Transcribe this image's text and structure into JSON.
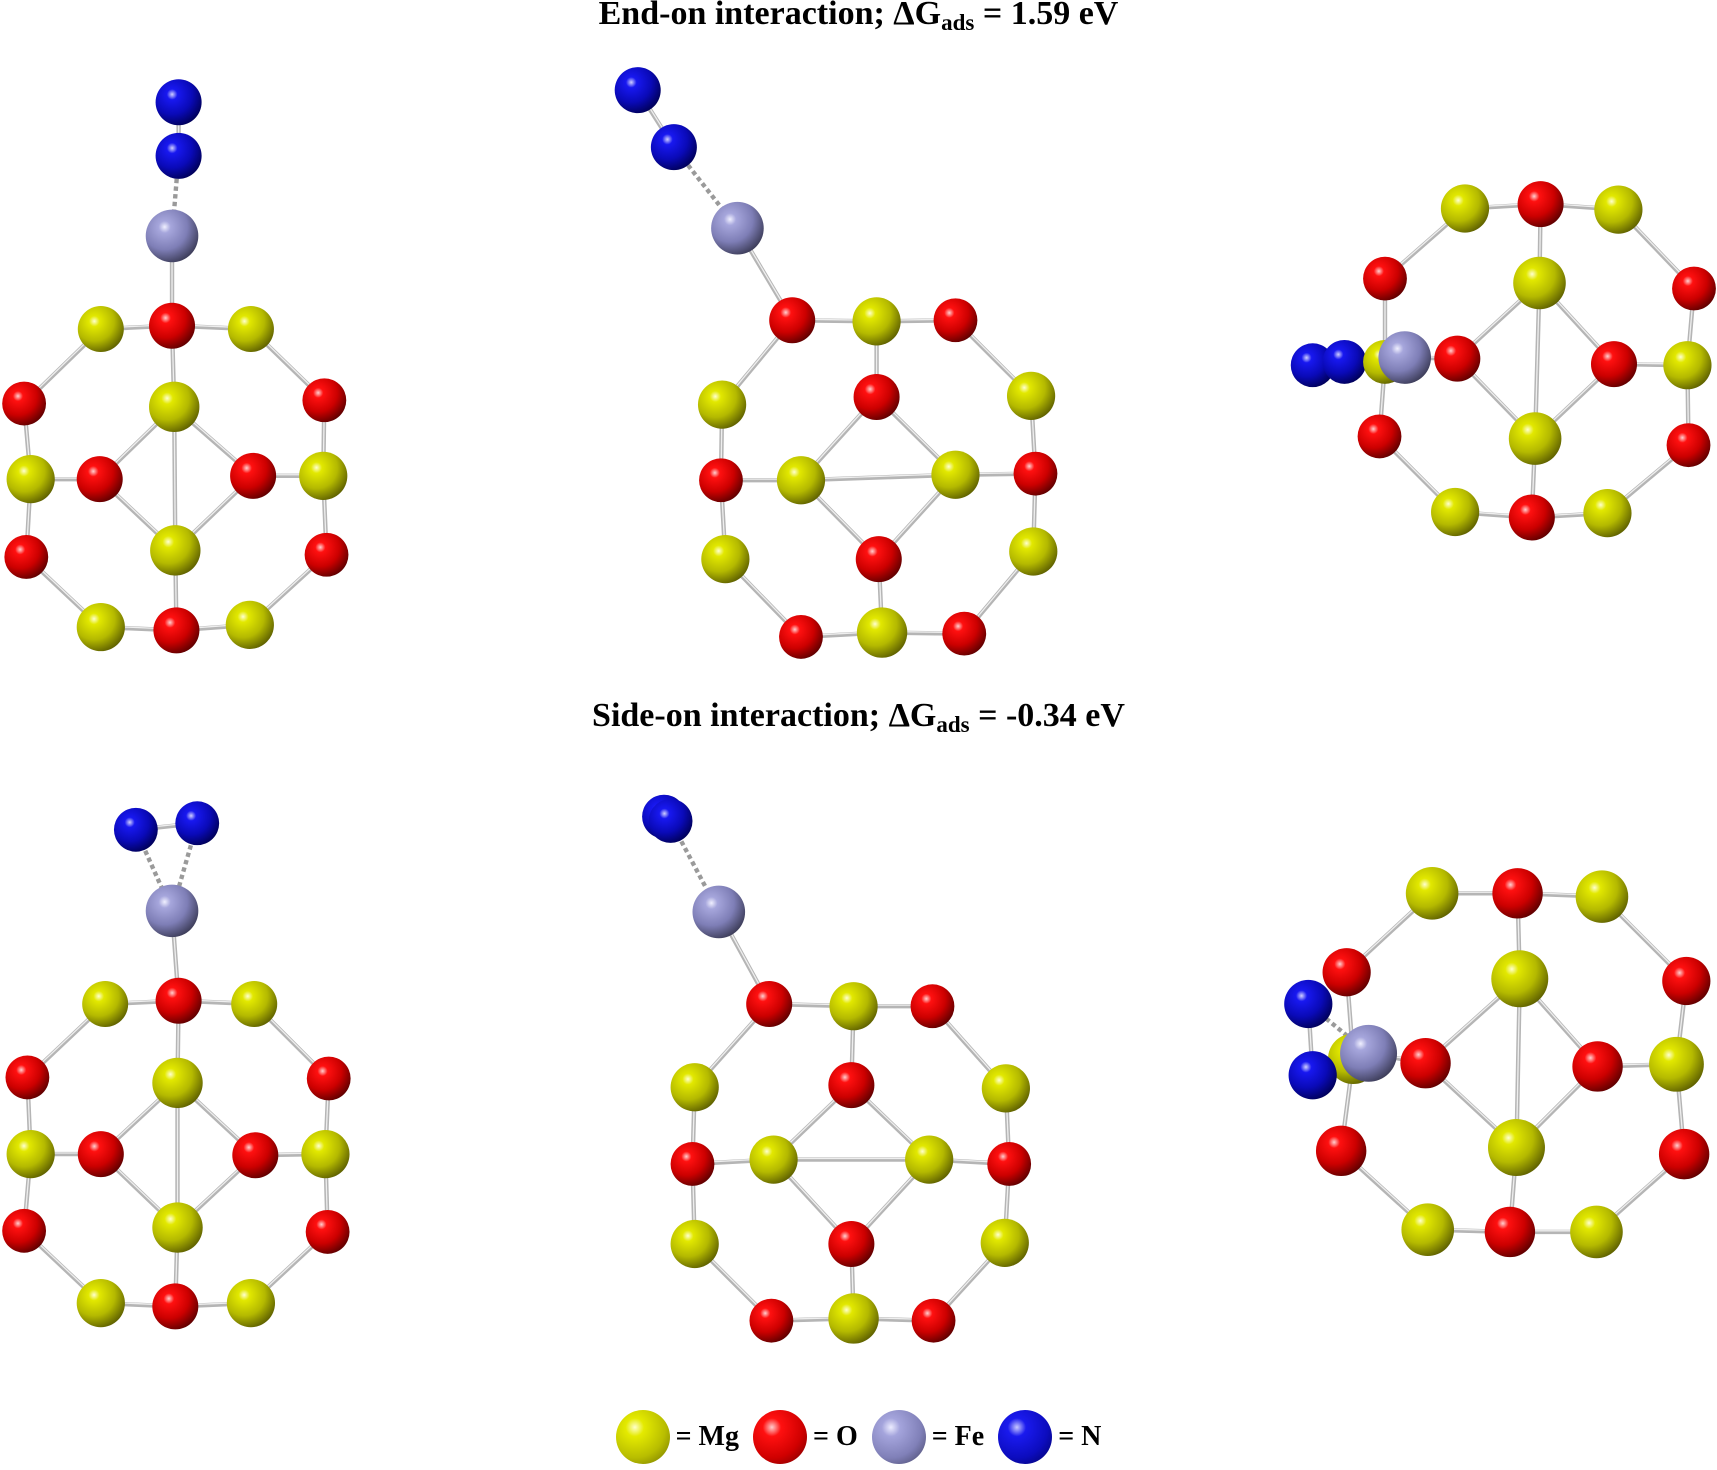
{
  "titles": {
    "end_on": {
      "prefix": "End-on interaction; ΔG",
      "sub": "ads",
      "suffix": " = 1.59 eV"
    },
    "side_on": {
      "prefix": "Side-on interaction; ΔG",
      "sub": "ads",
      "suffix": " =  -0.34 eV"
    }
  },
  "colors": {
    "Mg": "#dfe600",
    "O": "#ee0000",
    "Fe": "#9898d0",
    "N": "#1010cc",
    "bond": "#b5b5b5"
  },
  "legend": [
    {
      "element": "Mg",
      "label": "= Mg"
    },
    {
      "element": "O",
      "label": "= O"
    },
    {
      "element": "Fe",
      "label": "= Fe"
    },
    {
      "element": "N",
      "label": "= N"
    }
  ],
  "structures": [
    {
      "name": "end-on-front",
      "atoms": [
        [
          "N",
          163,
          93,
          21
        ],
        [
          "N",
          163,
          142,
          21
        ],
        [
          "Fe",
          157,
          215,
          24
        ],
        [
          "O",
          157,
          297,
          21
        ],
        [
          "Mg",
          92,
          300,
          21
        ],
        [
          "Mg",
          229,
          300,
          21
        ],
        [
          "O",
          22,
          368,
          20
        ],
        [
          "O",
          296,
          365,
          20
        ],
        [
          "Mg",
          159,
          371,
          23
        ],
        [
          "Mg",
          28,
          437,
          22
        ],
        [
          "O",
          91,
          437,
          21
        ],
        [
          "O",
          231,
          434,
          21
        ],
        [
          "Mg",
          295,
          434,
          22
        ],
        [
          "O",
          24,
          508,
          20
        ],
        [
          "Mg",
          160,
          502,
          23
        ],
        [
          "O",
          298,
          506,
          20
        ],
        [
          "Mg",
          92,
          572,
          22
        ],
        [
          "O",
          161,
          575,
          21
        ],
        [
          "Mg",
          228,
          570,
          22
        ]
      ],
      "bonds": [
        [
          0,
          1
        ],
        [
          3,
          2
        ],
        [
          3,
          4
        ],
        [
          3,
          5
        ],
        [
          3,
          8
        ],
        [
          4,
          6
        ],
        [
          5,
          7
        ],
        [
          6,
          9
        ],
        [
          7,
          12
        ],
        [
          9,
          10
        ],
        [
          11,
          12
        ],
        [
          8,
          10
        ],
        [
          8,
          11
        ],
        [
          8,
          14
        ],
        [
          10,
          14
        ],
        [
          11,
          14
        ],
        [
          9,
          13
        ],
        [
          12,
          15
        ],
        [
          13,
          16
        ],
        [
          15,
          18
        ],
        [
          16,
          17
        ],
        [
          17,
          18
        ],
        [
          14,
          17
        ]
      ],
      "dashed": [
        [
          1,
          2
        ]
      ]
    },
    {
      "name": "end-on-tilted",
      "atoms": [
        [
          "N",
          582,
          82,
          21
        ],
        [
          "N",
          615,
          134,
          21
        ],
        [
          "Fe",
          673,
          208,
          24
        ],
        [
          "O",
          723,
          292,
          21
        ],
        [
          "Mg",
          800,
          293,
          22
        ],
        [
          "O",
          872,
          292,
          20
        ],
        [
          "Mg",
          659,
          369,
          22
        ],
        [
          "O",
          800,
          362,
          21
        ],
        [
          "Mg",
          941,
          361,
          22
        ],
        [
          "O",
          658,
          438,
          20
        ],
        [
          "Mg",
          731,
          438,
          22
        ],
        [
          "Mg",
          872,
          433,
          22
        ],
        [
          "O",
          945,
          432,
          20
        ],
        [
          "Mg",
          662,
          510,
          22
        ],
        [
          "O",
          802,
          510,
          21
        ],
        [
          "Mg",
          943,
          503,
          22
        ],
        [
          "O",
          731,
          581,
          20
        ],
        [
          "Mg",
          805,
          577,
          23
        ],
        [
          "O",
          880,
          578,
          20
        ]
      ],
      "bonds": [
        [
          0,
          1
        ],
        [
          2,
          3
        ],
        [
          3,
          4
        ],
        [
          4,
          5
        ],
        [
          3,
          6
        ],
        [
          5,
          8
        ],
        [
          4,
          7
        ],
        [
          7,
          10
        ],
        [
          7,
          11
        ],
        [
          10,
          11
        ],
        [
          6,
          9
        ],
        [
          8,
          12
        ],
        [
          9,
          10
        ],
        [
          11,
          12
        ],
        [
          9,
          13
        ],
        [
          12,
          15
        ],
        [
          10,
          14
        ],
        [
          11,
          14
        ],
        [
          13,
          16
        ],
        [
          15,
          18
        ],
        [
          16,
          17
        ],
        [
          17,
          18
        ],
        [
          14,
          17
        ]
      ],
      "dashed": [
        [
          1,
          2
        ]
      ]
    },
    {
      "name": "end-on-side",
      "atoms": [
        [
          "Mg",
          1337,
          190,
          22
        ],
        [
          "O",
          1406,
          186,
          21
        ],
        [
          "Mg",
          1477,
          191,
          22
        ],
        [
          "O",
          1264,
          254,
          20
        ],
        [
          "Mg",
          1405,
          258,
          24
        ],
        [
          "O",
          1546,
          263,
          20
        ],
        [
          "N",
          1198,
          333,
          20
        ],
        [
          "N",
          1227,
          330,
          20
        ],
        [
          "Mg",
          1264,
          330,
          20
        ],
        [
          "Fe",
          1282,
          326,
          24
        ],
        [
          "O",
          1330,
          327,
          21
        ],
        [
          "O",
          1473,
          332,
          21
        ],
        [
          "Mg",
          1540,
          333,
          22
        ],
        [
          "O",
          1259,
          398,
          20
        ],
        [
          "Mg",
          1401,
          400,
          24
        ],
        [
          "O",
          1541,
          406,
          20
        ],
        [
          "Mg",
          1328,
          467,
          22
        ],
        [
          "O",
          1398,
          472,
          21
        ],
        [
          "Mg",
          1467,
          468,
          22
        ]
      ],
      "bonds": [
        [
          0,
          1
        ],
        [
          1,
          2
        ],
        [
          0,
          3
        ],
        [
          2,
          5
        ],
        [
          1,
          4
        ],
        [
          4,
          10
        ],
        [
          4,
          11
        ],
        [
          4,
          14
        ],
        [
          10,
          14
        ],
        [
          11,
          14
        ],
        [
          11,
          12
        ],
        [
          5,
          12
        ],
        [
          12,
          15
        ],
        [
          3,
          8
        ],
        [
          8,
          13
        ],
        [
          13,
          16
        ],
        [
          15,
          18
        ],
        [
          16,
          17
        ],
        [
          17,
          18
        ],
        [
          14,
          17
        ],
        [
          9,
          10
        ]
      ],
      "dashed": [
        [
          7,
          9
        ]
      ]
    },
    {
      "name": "side-on-front",
      "atoms": [
        [
          "N",
          124,
          757,
          20
        ],
        [
          "N",
          180,
          751,
          20
        ],
        [
          "Fe",
          157,
          831,
          24
        ],
        [
          "O",
          163,
          913,
          21
        ],
        [
          "Mg",
          96,
          916,
          21
        ],
        [
          "Mg",
          232,
          916,
          21
        ],
        [
          "O",
          25,
          983,
          20
        ],
        [
          "O",
          300,
          984,
          20
        ],
        [
          "Mg",
          162,
          988,
          23
        ],
        [
          "Mg",
          28,
          1053,
          22
        ],
        [
          "O",
          92,
          1053,
          21
        ],
        [
          "O",
          233,
          1054,
          21
        ],
        [
          "Mg",
          297,
          1053,
          22
        ],
        [
          "O",
          22,
          1123,
          20
        ],
        [
          "Mg",
          162,
          1120,
          23
        ],
        [
          "O",
          299,
          1124,
          20
        ],
        [
          "Mg",
          92,
          1189,
          22
        ],
        [
          "O",
          160,
          1192,
          21
        ],
        [
          "Mg",
          229,
          1189,
          22
        ]
      ],
      "bonds": [
        [
          0,
          1
        ],
        [
          3,
          2
        ],
        [
          3,
          4
        ],
        [
          3,
          5
        ],
        [
          3,
          8
        ],
        [
          4,
          6
        ],
        [
          5,
          7
        ],
        [
          6,
          9
        ],
        [
          7,
          12
        ],
        [
          9,
          10
        ],
        [
          11,
          12
        ],
        [
          8,
          10
        ],
        [
          8,
          11
        ],
        [
          8,
          14
        ],
        [
          10,
          14
        ],
        [
          11,
          14
        ],
        [
          9,
          13
        ],
        [
          12,
          15
        ],
        [
          13,
          16
        ],
        [
          15,
          18
        ],
        [
          16,
          17
        ],
        [
          17,
          18
        ],
        [
          14,
          17
        ]
      ],
      "dashed": [
        [
          0,
          2
        ],
        [
          1,
          2
        ]
      ]
    },
    {
      "name": "side-on-tilted",
      "atoms": [
        [
          "N",
          606,
          745,
          20
        ],
        [
          "N",
          612,
          749,
          20
        ],
        [
          "Fe",
          656,
          832,
          24
        ],
        [
          "O",
          702,
          916,
          21
        ],
        [
          "Mg",
          779,
          918,
          22
        ],
        [
          "O",
          851,
          918,
          20
        ],
        [
          "Mg",
          634,
          992,
          22
        ],
        [
          "O",
          777,
          990,
          21
        ],
        [
          "Mg",
          918,
          993,
          22
        ],
        [
          "O",
          632,
          1062,
          20
        ],
        [
          "Mg",
          706,
          1058,
          22
        ],
        [
          "Mg",
          848,
          1058,
          22
        ],
        [
          "O",
          921,
          1062,
          20
        ],
        [
          "Mg",
          634,
          1135,
          22
        ],
        [
          "O",
          777,
          1135,
          21
        ],
        [
          "Mg",
          917,
          1134,
          22
        ],
        [
          "O",
          704,
          1205,
          20
        ],
        [
          "Mg",
          779,
          1203,
          23
        ],
        [
          "O",
          852,
          1205,
          20
        ]
      ],
      "bonds": [
        [
          0,
          1
        ],
        [
          2,
          3
        ],
        [
          3,
          4
        ],
        [
          4,
          5
        ],
        [
          3,
          6
        ],
        [
          5,
          8
        ],
        [
          4,
          7
        ],
        [
          7,
          10
        ],
        [
          7,
          11
        ],
        [
          10,
          11
        ],
        [
          6,
          9
        ],
        [
          8,
          12
        ],
        [
          9,
          10
        ],
        [
          11,
          12
        ],
        [
          9,
          13
        ],
        [
          12,
          15
        ],
        [
          10,
          14
        ],
        [
          11,
          14
        ],
        [
          13,
          16
        ],
        [
          15,
          18
        ],
        [
          16,
          17
        ],
        [
          17,
          18
        ],
        [
          14,
          17
        ]
      ],
      "dashed": [
        [
          1,
          2
        ]
      ]
    },
    {
      "name": "side-on-side",
      "atoms": [
        [
          "Mg",
          1307,
          815,
          24
        ],
        [
          "O",
          1385,
          815,
          23
        ],
        [
          "Mg",
          1462,
          818,
          24
        ],
        [
          "O",
          1229,
          887,
          22
        ],
        [
          "Mg",
          1387,
          893,
          26
        ],
        [
          "O",
          1539,
          895,
          22
        ],
        [
          "N",
          1194,
          916,
          22
        ],
        [
          "Mg",
          1235,
          966,
          23
        ],
        [
          "Fe",
          1249,
          961,
          26
        ],
        [
          "O",
          1301,
          970,
          23
        ],
        [
          "O",
          1458,
          973,
          23
        ],
        [
          "Mg",
          1530,
          971,
          25
        ],
        [
          "N",
          1198,
          981,
          22
        ],
        [
          "O",
          1224,
          1050,
          23
        ],
        [
          "Mg",
          1384,
          1047,
          26
        ],
        [
          "O",
          1537,
          1053,
          23
        ],
        [
          "Mg",
          1303,
          1122,
          24
        ],
        [
          "O",
          1378,
          1124,
          23
        ],
        [
          "Mg",
          1457,
          1124,
          24
        ]
      ],
      "bonds": [
        [
          0,
          1
        ],
        [
          1,
          2
        ],
        [
          0,
          3
        ],
        [
          2,
          5
        ],
        [
          1,
          4
        ],
        [
          4,
          9
        ],
        [
          4,
          10
        ],
        [
          4,
          14
        ],
        [
          9,
          14
        ],
        [
          10,
          14
        ],
        [
          10,
          11
        ],
        [
          5,
          11
        ],
        [
          11,
          15
        ],
        [
          3,
          7
        ],
        [
          7,
          13
        ],
        [
          13,
          16
        ],
        [
          15,
          18
        ],
        [
          16,
          17
        ],
        [
          17,
          18
        ],
        [
          14,
          17
        ],
        [
          8,
          9
        ],
        [
          6,
          12
        ]
      ],
      "dashed": [
        [
          6,
          8
        ],
        [
          12,
          8
        ]
      ]
    }
  ]
}
